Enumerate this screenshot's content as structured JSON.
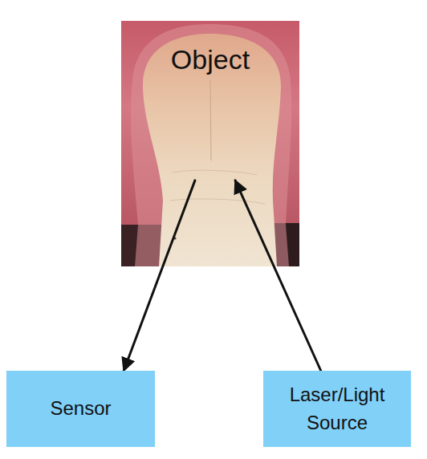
{
  "diagram": {
    "nodes": [
      {
        "text": [
          "Object"
        ]
      },
      {
        "text": [
          "Sensor"
        ]
      },
      {
        "text": [
          "Laser/Light Source"
        ]
      }
    ],
    "edges": [
      {
        "from": 0,
        "to": 1,
        "arrow": "to"
      },
      {
        "from": 2,
        "to": 0,
        "arrow": "to"
      }
    ]
  }
}
